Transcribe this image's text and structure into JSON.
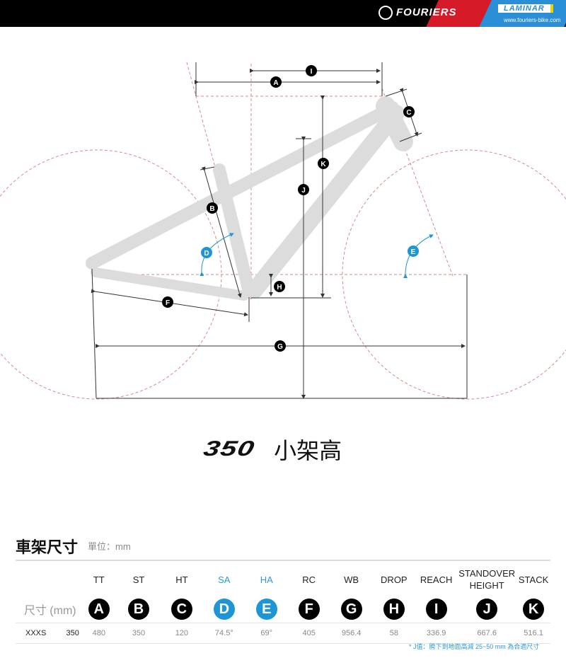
{
  "header": {
    "brand": "FOURIERS",
    "partner": "LAMINAR",
    "url": "www.fouriers-bike.com",
    "colors": {
      "black": "#000000",
      "red": "#d71a28",
      "blue": "#2a8fd6",
      "yellow": "#e6d500"
    }
  },
  "diagram": {
    "markers": [
      "A",
      "B",
      "C",
      "D",
      "E",
      "F",
      "G",
      "H",
      "I",
      "J",
      "K"
    ],
    "angle_markers": [
      "D",
      "E"
    ],
    "colors": {
      "frame": "#d9d9d9",
      "guide": "#d88a8a",
      "dimension": "#333333",
      "angle": "#1e96d6"
    }
  },
  "model": {
    "number": "350",
    "name": "小架高"
  },
  "spec": {
    "title": "車架尺寸",
    "unit": "單位：mm",
    "size_label": "尺寸 (mm)",
    "columns": [
      {
        "abbr": "TT",
        "letter": "A",
        "color": "black"
      },
      {
        "abbr": "ST",
        "letter": "B",
        "color": "black"
      },
      {
        "abbr": "HT",
        "letter": "C",
        "color": "black"
      },
      {
        "abbr": "SA",
        "letter": "D",
        "color": "blue"
      },
      {
        "abbr": "HA",
        "letter": "E",
        "color": "blue"
      },
      {
        "abbr": "RC",
        "letter": "F",
        "color": "black"
      },
      {
        "abbr": "WB",
        "letter": "G",
        "color": "black"
      },
      {
        "abbr": "DROP",
        "letter": "H",
        "color": "black"
      },
      {
        "abbr": "REACH",
        "letter": "I",
        "color": "black"
      },
      {
        "abbr": "STANDOVER HEIGHT",
        "letter": "J",
        "color": "black"
      },
      {
        "abbr": "STACK",
        "letter": "K",
        "color": "black"
      }
    ],
    "rows": [
      {
        "size": "XXXS",
        "frame": "350",
        "values": [
          "480",
          "350",
          "120",
          "74.5°",
          "69°",
          "405",
          "956.4",
          "58",
          "336.9",
          "667.6",
          "516.1"
        ]
      }
    ],
    "footnote": "* J值：胯下到地面高減 25~50 mm 為合適尺寸"
  }
}
